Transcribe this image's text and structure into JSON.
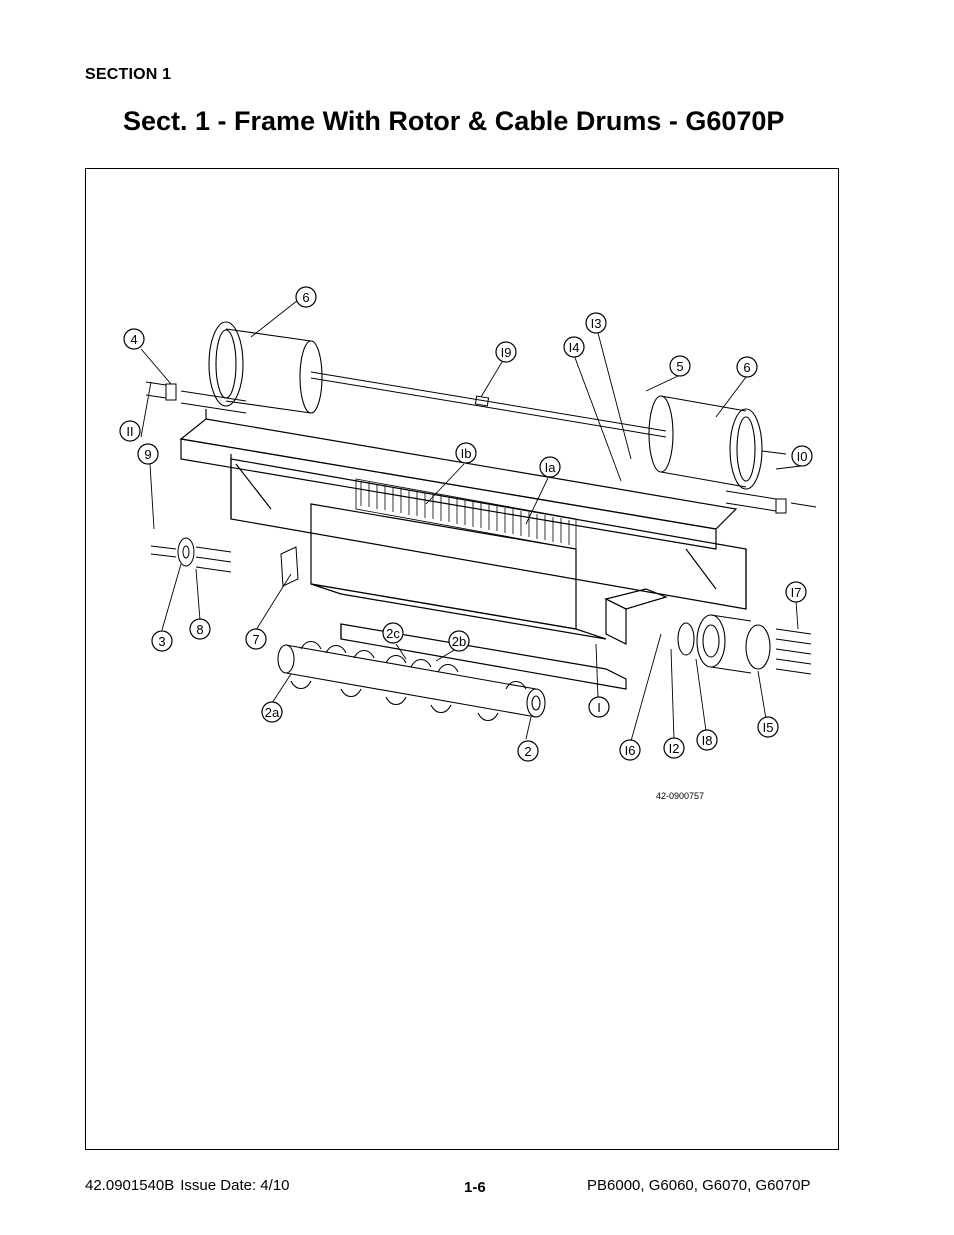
{
  "header": {
    "section": "SECTION 1",
    "title": "Sect. 1 - Frame With Rotor & Cable Drums - G6070P"
  },
  "figure": {
    "drawing_number": "42-0900757",
    "callouts": [
      {
        "label": "6"
      },
      {
        "label": "4"
      },
      {
        "label": "I9"
      },
      {
        "label": "I3"
      },
      {
        "label": "I4"
      },
      {
        "label": "5"
      },
      {
        "label": "6"
      },
      {
        "label": "II"
      },
      {
        "label": "9"
      },
      {
        "label": "Ib"
      },
      {
        "label": "Ia"
      },
      {
        "label": "I0"
      },
      {
        "label": "I7"
      },
      {
        "label": "3"
      },
      {
        "label": "8"
      },
      {
        "label": "7"
      },
      {
        "label": "2c"
      },
      {
        "label": "2b"
      },
      {
        "label": "2a"
      },
      {
        "label": "I"
      },
      {
        "label": "2"
      },
      {
        "label": "I6"
      },
      {
        "label": "I2"
      },
      {
        "label": "I8"
      },
      {
        "label": "I5"
      }
    ]
  },
  "footer": {
    "doc_number": "42.0901540B",
    "issue_date": "Issue Date: 4/10",
    "page": "1-6",
    "models": "PB6000, G6060, G6070, G6070P"
  }
}
